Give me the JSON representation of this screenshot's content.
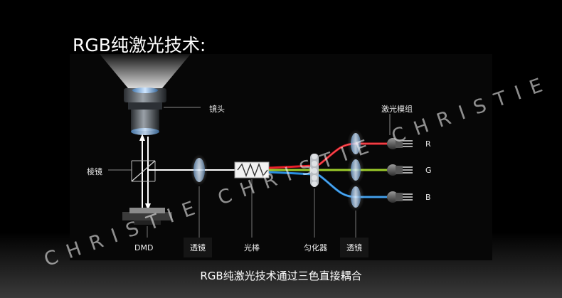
{
  "title": "RGB纯激光技术:",
  "labels": {
    "lens": "镜头",
    "prism": "棱镜",
    "laser_module": "激光模组",
    "dmd": "DMD",
    "lens_transmit_1": "透镜",
    "light_rod": "光棒",
    "homogenizer": "匀化器",
    "lens_transmit_2": "透镜",
    "r": "R",
    "g": "G",
    "b": "B"
  },
  "caption": "RGB纯激光技术通过三色直接耦合",
  "watermark": "CHRISTIE CHRISTIE CHRISTIE",
  "colors": {
    "red": "#e8202a",
    "green": "#9ccc2a",
    "blue": "#2a8ee0",
    "white": "#ffffff"
  }
}
